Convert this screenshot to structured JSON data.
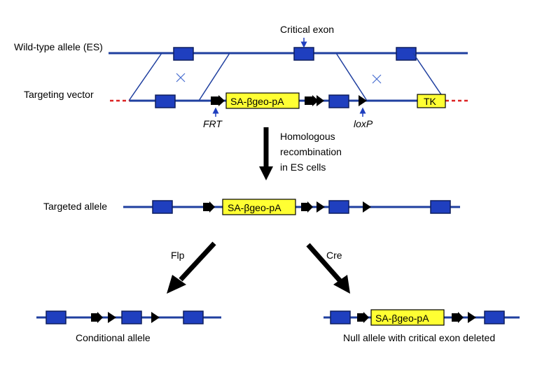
{
  "labels": {
    "wild_type": "Wild-type allele (ES)",
    "critical_exon": "Critical exon",
    "targeting_vector": "Targeting vector",
    "frt": "FRT",
    "loxp": "loxP",
    "homologous_1": "Homologous",
    "homologous_2": "recombination",
    "homologous_3": "in ES cells",
    "targeted_allele": "Targeted allele",
    "flp": "Flp",
    "cre": "Cre",
    "conditional_allele": "Conditional allele",
    "null_allele": "Null allele with critical exon deleted"
  },
  "cassette": {
    "sa_bgeo": "SA-βgeo-pA",
    "tk": "TK"
  },
  "colors": {
    "line": "#1f3f9f",
    "exon_fill": "#1f3fbf",
    "exon_stroke": "#0f1f5f",
    "cassette_fill": "#ffff33",
    "dashed": "#dd2222",
    "cross": "#4a6fd0",
    "arrow": "#000000",
    "small_arrow": "#1f3fbf"
  }
}
